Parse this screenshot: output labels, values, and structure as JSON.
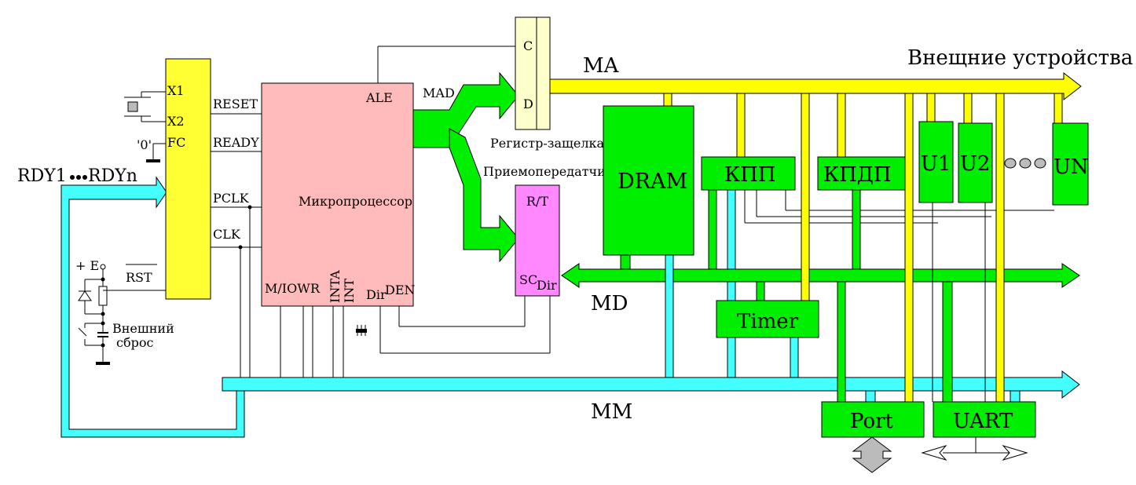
{
  "labels": {
    "external_devices": "Внещние устройства",
    "bus_ma": "MA",
    "bus_md": "MD",
    "bus_mm": "MM",
    "bus_mad": "MAD",
    "latch_name": "Регистр-защелка",
    "latch_c": "C",
    "latch_d": "D",
    "transceiver_name": "Приемопередатчик",
    "transceiver_rt": "R/T",
    "transceiver_sc": "SC",
    "transceiver_dir": "Dir",
    "clock_x1": "X1",
    "clock_x2": "X2",
    "clock_fc": "FC",
    "zero": "'0'",
    "reset": "RESET",
    "ready": "READY",
    "pclk": "PCLK",
    "clk": "CLK",
    "rst": "RST",
    "rdy": "RDY1",
    "rdy_n": "RDYn",
    "plus_e": "+ E",
    "ext_reset_1": "Внешний",
    "ext_reset_2": "сброс",
    "cpu_name": "Микропроцессор",
    "cpu_ale": "ALE",
    "cpu_miow": "M/IOW",
    "cpu_r": "R",
    "cpu_inta": "INTA",
    "cpu_int": "INT",
    "cpu_dir": "Dir",
    "cpu_den": "DEN",
    "dram": "DRAM",
    "kpp": "КПП",
    "kpdp": "КПДП",
    "timer": "Timer",
    "port": "Port",
    "uart": "UART",
    "u1": "U1",
    "u2": "U2",
    "un": "UN"
  },
  "colors": {
    "clock_block": "#ffff33",
    "cpu_block": "#ffbbbb",
    "latch_block": "#ffffcc",
    "transceiver_block": "#ff88ff",
    "device_green": "#00ee00",
    "bus_ma": "#ffff00",
    "bus_md": "#00ee00",
    "bus_mm": "#44ffff",
    "port_arrow": "#bbbbbb"
  }
}
